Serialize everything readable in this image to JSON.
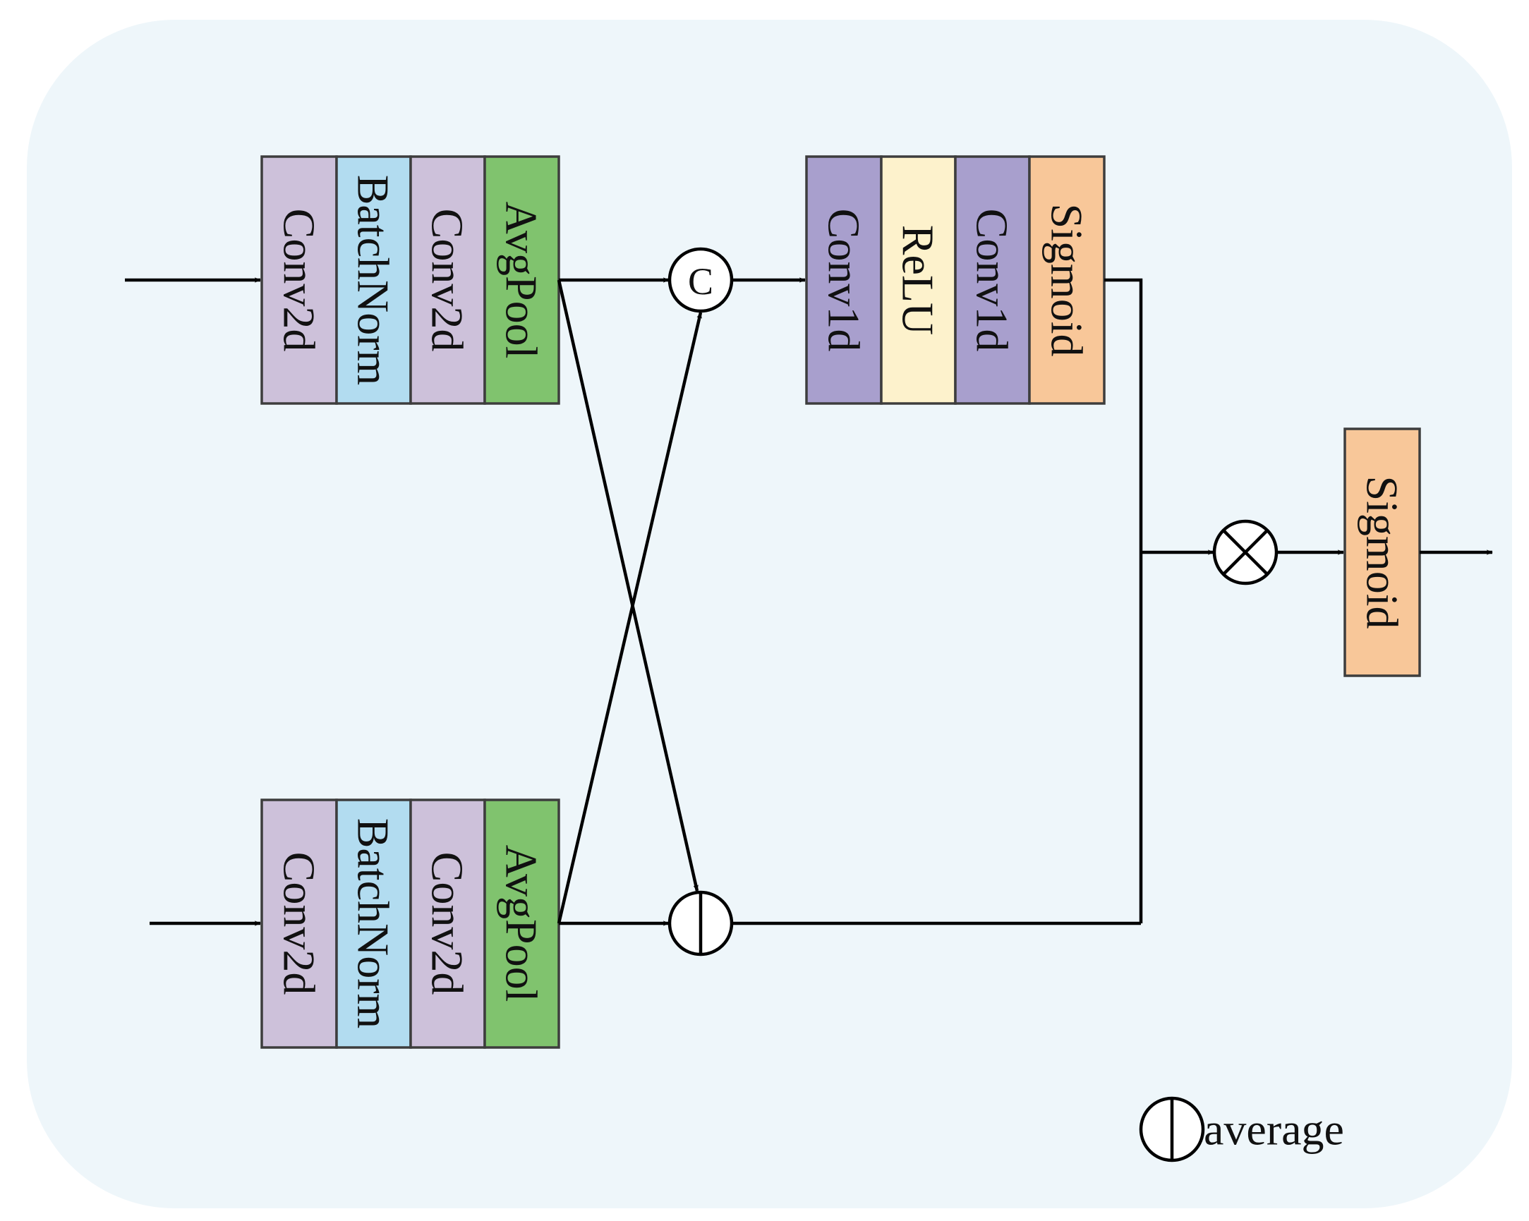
{
  "colors": {
    "background_panel": "#eef6fa",
    "conv2d": "#cdc1da",
    "batchnorm": "#b2dcf0",
    "avgpool": "#80c36e",
    "conv1d": "#a89fcd",
    "relu": "#fdf2cc",
    "sigmoid": "#f8c799"
  },
  "branch_top": {
    "blocks": [
      {
        "label": "Conv2d",
        "kind": "conv2d"
      },
      {
        "label": "BatchNorm",
        "kind": "batchnorm"
      },
      {
        "label": "Conv2d",
        "kind": "conv2d"
      },
      {
        "label": "AvgPool",
        "kind": "avgpool"
      }
    ]
  },
  "branch_bottom": {
    "blocks": [
      {
        "label": "Conv2d",
        "kind": "conv2d"
      },
      {
        "label": "BatchNorm",
        "kind": "batchnorm"
      },
      {
        "label": "Conv2d",
        "kind": "conv2d"
      },
      {
        "label": "AvgPool",
        "kind": "avgpool"
      }
    ]
  },
  "attention_stack": {
    "blocks": [
      {
        "label": "Conv1d",
        "kind": "conv1d"
      },
      {
        "label": "ReLU",
        "kind": "relu"
      },
      {
        "label": "Conv1d",
        "kind": "conv1d"
      },
      {
        "label": "Sigmoid",
        "kind": "sigmoid"
      }
    ]
  },
  "output_block": {
    "label": "Sigmoid",
    "kind": "sigmoid"
  },
  "operators": {
    "concat": {
      "symbol": "C",
      "icon": "concat-icon"
    },
    "average": {
      "icon": "average-icon"
    },
    "multiply": {
      "icon": "multiply-icon"
    }
  },
  "legend": {
    "icon": "average-icon",
    "label": "average"
  }
}
